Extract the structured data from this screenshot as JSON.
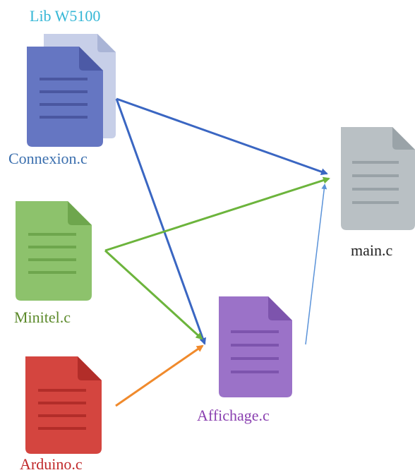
{
  "diagram": {
    "library_label": "Lib W5100",
    "files": {
      "connexion": "Connexion.c",
      "minitel": "Minitel.c",
      "arduino": "Arduino.c",
      "affichage": "Affichage.c",
      "main": "main.c"
    },
    "edges": [
      {
        "from": "Connexion.c",
        "to": "main.c"
      },
      {
        "from": "Connexion.c",
        "to": "Affichage.c"
      },
      {
        "from": "Minitel.c",
        "to": "main.c"
      },
      {
        "from": "Minitel.c",
        "to": "Affichage.c"
      },
      {
        "from": "Arduino.c",
        "to": "Affichage.c"
      },
      {
        "from": "Affichage.c",
        "to": "main.c"
      }
    ],
    "colors": {
      "lib_label": "#35b7d6",
      "connexion_label": "#3b6fae",
      "minitel_label": "#5c8a2b",
      "arduino_label": "#c0282a",
      "affichage_label": "#8a40b0",
      "main_label": "#222222",
      "arrow_connexion": "#3a66c2",
      "arrow_minitel": "#6cb43c",
      "arrow_arduino": "#f08a2c",
      "arrow_affichage": "#5b93d9"
    }
  }
}
